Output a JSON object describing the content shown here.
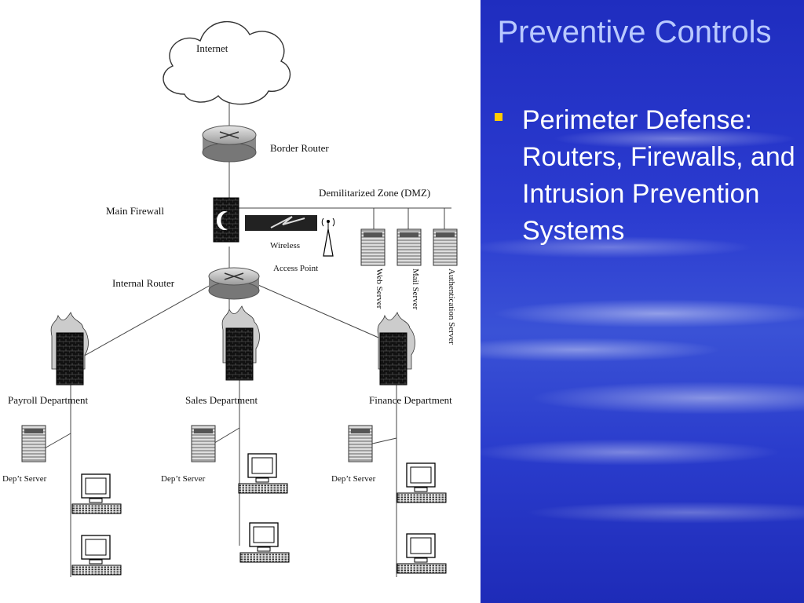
{
  "diagram": {
    "labels": {
      "internet": "Internet",
      "border_router": "Border Router",
      "dmz": "Demilitarized Zone (DMZ)",
      "main_firewall": "Main Firewall",
      "wireless": "Wireless",
      "access_point": "Access Point",
      "internal_router": "Internal Router",
      "web_server": "Web Server",
      "mail_server": "Mail Server",
      "auth_server": "Authentication Server",
      "payroll": "Payroll Department",
      "sales": "Sales Department",
      "finance": "Finance Department",
      "dept_server": "Dep’t Server"
    }
  },
  "slide": {
    "title": "Preventive Controls",
    "bullets": [
      "Perimeter Defense: Routers, Firewalls, and Intrusion Prevention Systems"
    ]
  },
  "colors": {
    "background_blue": "#2b3bd0",
    "title_color": "#b9c9ff",
    "bullet_color": "#ffcc00",
    "text_color": "#ffffff"
  }
}
